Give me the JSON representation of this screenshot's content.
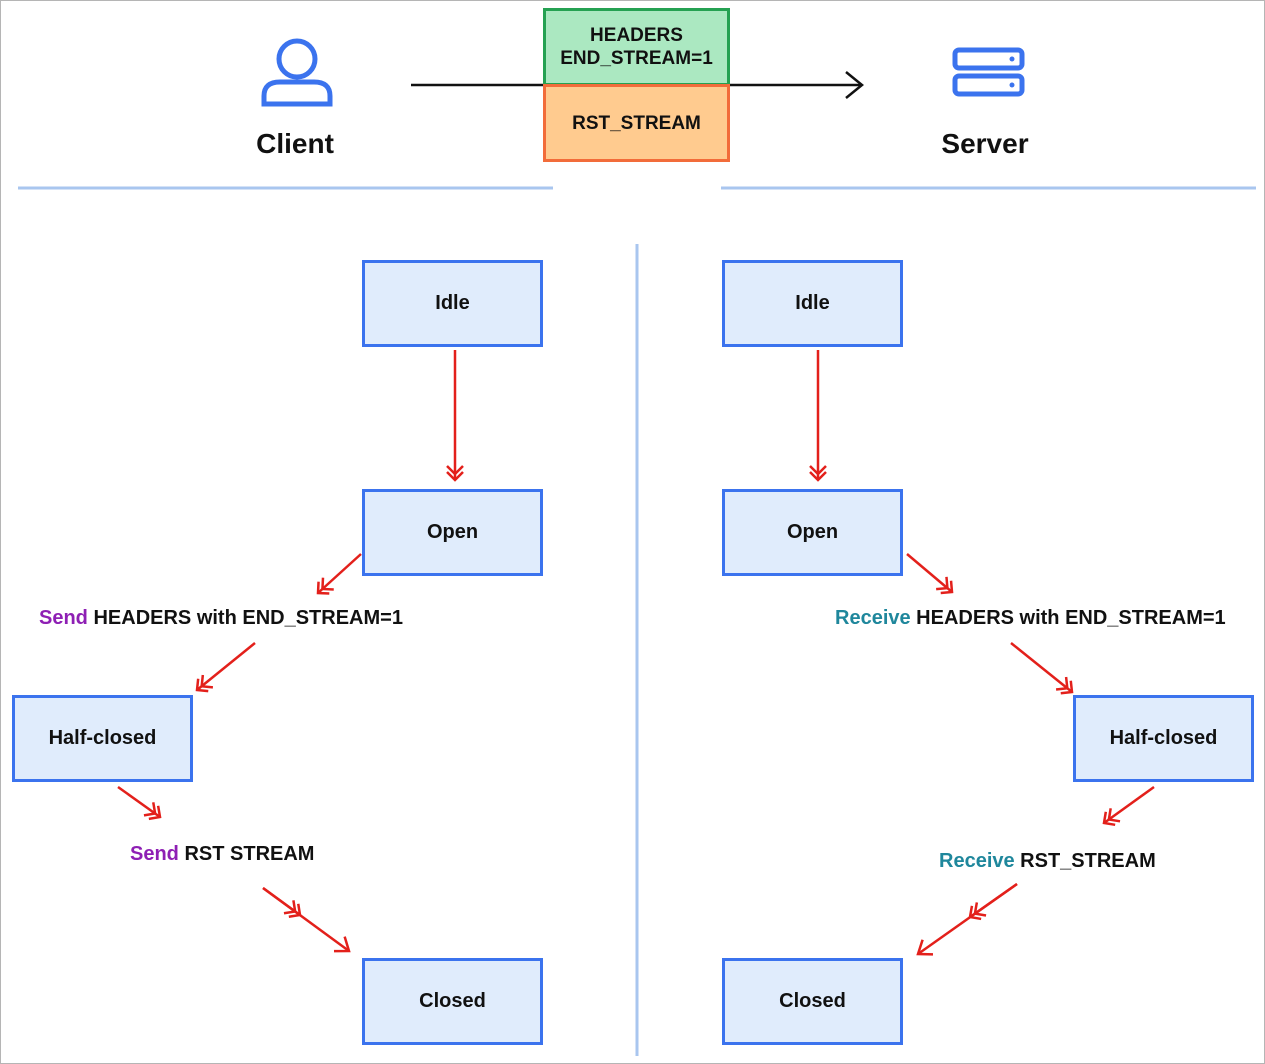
{
  "header": {
    "client_label": "Client",
    "server_label": "Server",
    "frame_headers_line1": "HEADERS",
    "frame_headers_line2": "END_STREAM=1",
    "frame_rst": "RST_STREAM"
  },
  "client": {
    "states": {
      "idle": "Idle",
      "open": "Open",
      "half_closed": "Half-closed",
      "closed": "Closed"
    },
    "edges": {
      "send_headers_verb": "Send",
      "send_headers_rest": " HEADERS with END_STREAM=1",
      "send_rst_verb": "Send",
      "send_rst_rest": " RST STREAM"
    }
  },
  "server": {
    "states": {
      "idle": "Idle",
      "open": "Open",
      "half_closed": "Half-closed",
      "closed": "Closed"
    },
    "edges": {
      "recv_headers_verb": "Receive",
      "recv_headers_rest": " HEADERS with END_STREAM=1",
      "recv_rst_verb": "Receive",
      "recv_rst_rest": " RST_STREAM"
    }
  },
  "colors": {
    "state_fill": "#e0ecfc",
    "state_border": "#3b73ee",
    "arrow": "#e3201b",
    "send": "#8e1fb4",
    "receive": "#1f879c",
    "headers_fill": "#abe8c1",
    "headers_border": "#25a152",
    "rst_fill": "#ffcb8f",
    "rst_border": "#f26c3a",
    "divider": "#a9c6ef"
  },
  "icons": {
    "client": "person-icon",
    "server": "server-icon"
  }
}
